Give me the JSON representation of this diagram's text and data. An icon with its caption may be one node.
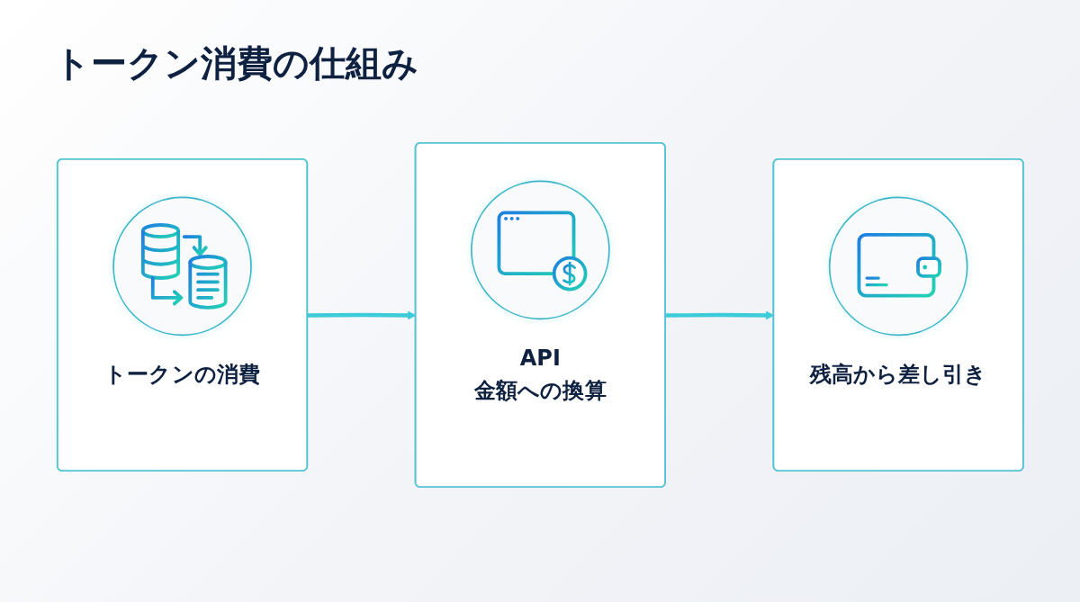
{
  "diagram": {
    "title": "トークン消費の仕組み",
    "nodes": [
      {
        "text": [
          "トークンの消費"
        ]
      },
      {
        "text": [
          "API",
          "金額への換算"
        ]
      },
      {
        "text": [
          "残高から差し引き"
        ]
      }
    ],
    "edges": [
      {
        "from": 0,
        "to": 1,
        "arrow": "to"
      },
      {
        "from": 1,
        "to": 2,
        "arrow": "to"
      }
    ]
  }
}
